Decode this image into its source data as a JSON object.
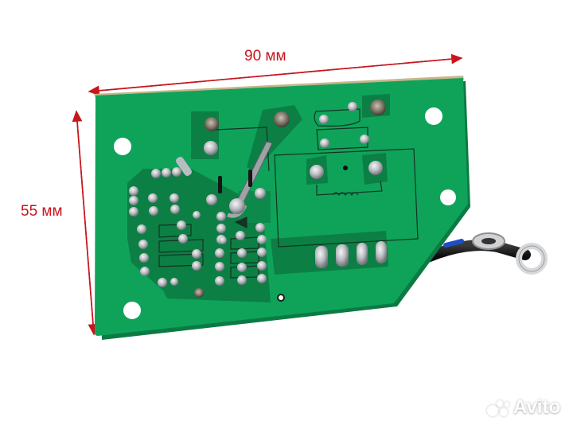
{
  "image": {
    "subject": "green printed circuit board (solder side) with ring terminal wire",
    "background_color": "#ffffff",
    "board_color": "#0fa35a",
    "trace_color": "#0c7f45",
    "solder_color": "#c9ccd0"
  },
  "dimensions": {
    "width_label": "90 мм",
    "height_label": "55 мм",
    "arrow_color": "#c8161d"
  },
  "watermark": {
    "brand": "Avito"
  }
}
